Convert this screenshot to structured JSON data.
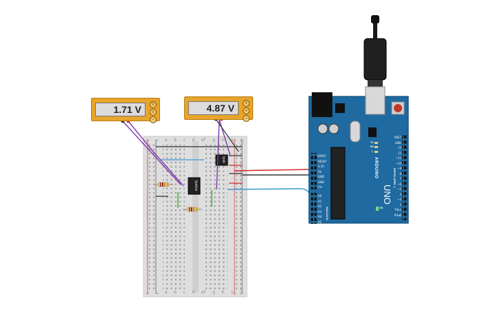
{
  "meters": [
    {
      "value": "1.71 V",
      "knob_top": "V",
      "knob_mid": "+",
      "knob_bot": "−"
    },
    {
      "value": "4.87 V",
      "knob_top": "V",
      "knob_mid": "+",
      "knob_bot": "−"
    }
  ],
  "breadboard": {
    "cols_left": "a b c d e",
    "cols_right": "f g h i j",
    "rail_plus": "+",
    "rail_minus": "−"
  },
  "chips": [
    {
      "label": "lpskta"
    },
    {
      "label": "lpsk"
    }
  ],
  "arduino": {
    "brand": "ARDUINO",
    "model": "UNO",
    "led_tx": "TX",
    "led_rx": "RX",
    "led_l": "L",
    "led_on": "ON",
    "power_pins": [
      "IOREF",
      "RESET",
      "3.3V",
      "5V",
      "GND",
      "GND",
      "Vin"
    ],
    "analog_pins": [
      "A0",
      "A1",
      "A2",
      "A3",
      "A4",
      "A5"
    ],
    "analog_header": "ANALOG IN",
    "digital_header": "DIGITAL (PWM ~)",
    "digital_pins": [
      "AREF",
      "GND",
      "13",
      "12",
      "~11",
      "~10",
      "~9",
      "8",
      "7",
      "~6",
      "~5",
      "4",
      "~3",
      "2",
      "TX▸1",
      "RX◂0"
    ]
  },
  "colors": {
    "meter_body": "#e8a52a",
    "arduino_blue": "#1f6aa0",
    "wire_red": "#d42a2a",
    "wire_black": "#333333",
    "wire_blue": "#3b9ad4",
    "wire_purple": "#7b3aa6",
    "wire_green": "#3cbc3c",
    "probe_red": "#d42a2a"
  }
}
